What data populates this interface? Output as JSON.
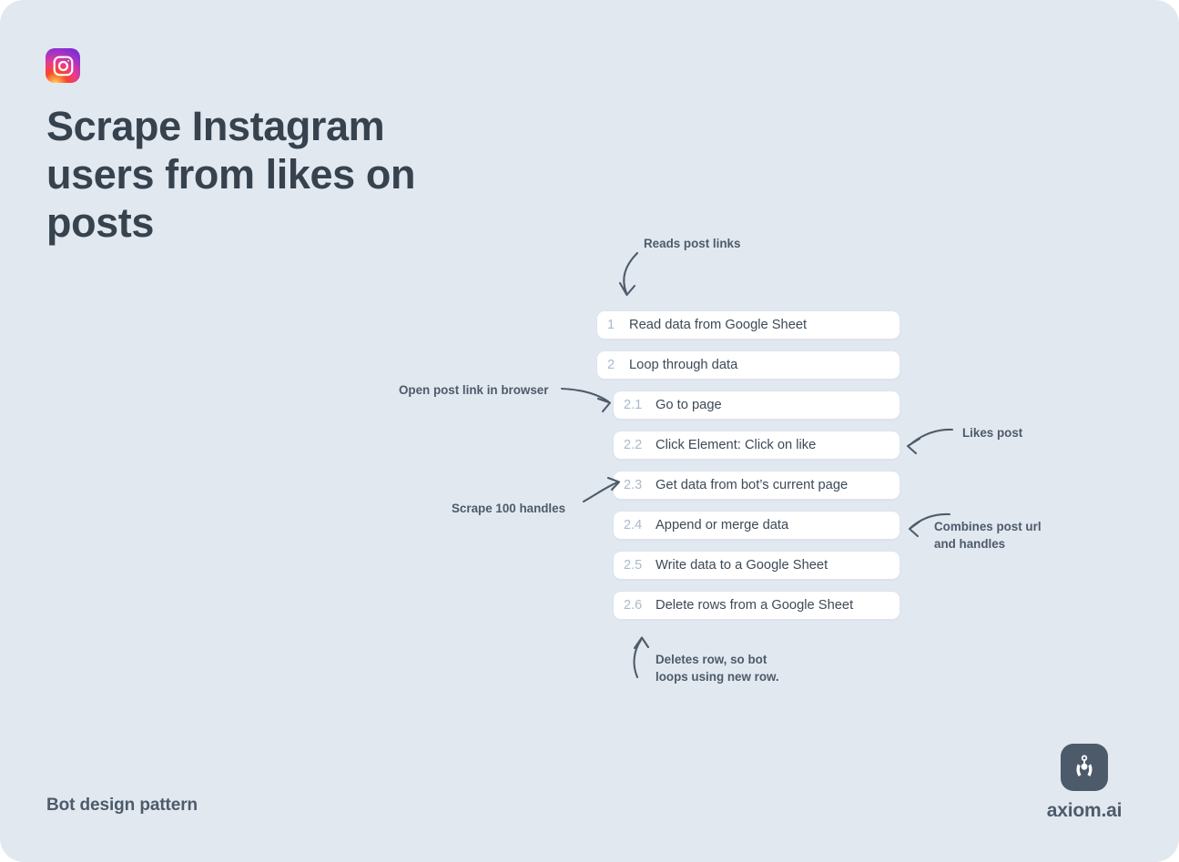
{
  "page": {
    "background_color": "#e2e8f0",
    "title": "Scrape Instagram users from likes on posts",
    "logo_icon": "instagram-icon"
  },
  "steps": [
    {
      "number": "1",
      "label": "Read data from Google Sheet",
      "sub": false
    },
    {
      "number": "2",
      "label": "Loop through data",
      "sub": false
    },
    {
      "number": "2.1",
      "label": "Go to page",
      "sub": true
    },
    {
      "number": "2.2",
      "label": "Click Element: Click on like",
      "sub": true
    },
    {
      "number": "2.3",
      "label": "Get data from bot’s current page",
      "sub": true
    },
    {
      "number": "2.4",
      "label": "Append or merge data",
      "sub": true
    },
    {
      "number": "2.5",
      "label": "Write data to a Google Sheet",
      "sub": true
    },
    {
      "number": "2.6",
      "label": "Delete rows from a Google Sheet",
      "sub": true
    }
  ],
  "annotations": {
    "reads_post_links": "Reads post links",
    "open_post_link": "Open post link in browser",
    "likes_post": "Likes post",
    "scrape_handles": "Scrape 100 handles",
    "combines": "Combines post url\nand handles",
    "deletes_row": "Deletes row, so bot\nloops using new row."
  },
  "footer": {
    "label": "Bot design pattern",
    "brand_name": "axiom.ai",
    "brand_icon": "robot-claw-icon"
  },
  "colors": {
    "background": "#e2e8f0",
    "card_surface": "#ffffff",
    "text_primary": "#36434f",
    "text_secondary": "#4d5b6a",
    "step_number": "#a9bacb",
    "brand_mark": "#4c5a6a"
  }
}
